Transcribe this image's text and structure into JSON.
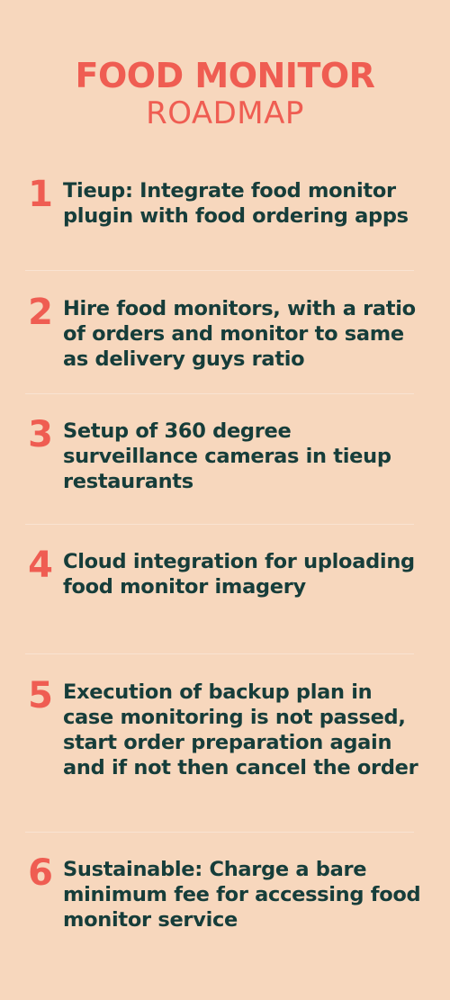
{
  "title": {
    "main": "FOOD MONITOR",
    "sub": "ROADMAP"
  },
  "steps": [
    {
      "number": "1",
      "text": "Tieup: Integrate food monitor plugin with food ordering apps"
    },
    {
      "number": "2",
      "text": "Hire food monitors, with a ratio of orders and monitor to same as delivery guys ratio"
    },
    {
      "number": "3",
      "text": "Setup of 360 degree surveillance cameras in tieup restaurants"
    },
    {
      "number": "4",
      "text": "Cloud integration for uploading food monitor imagery"
    },
    {
      "number": "5",
      "text": "Execution of backup plan in case monitoring is not passed, start order preparation again and if not then cancel the order"
    },
    {
      "number": "6",
      "text": "Sustainable: Charge a bare minimum fee for accessing food monitor service"
    }
  ],
  "colors": {
    "background": "#f7d7bd",
    "accent": "#ef5d52",
    "text": "#163d3a"
  }
}
